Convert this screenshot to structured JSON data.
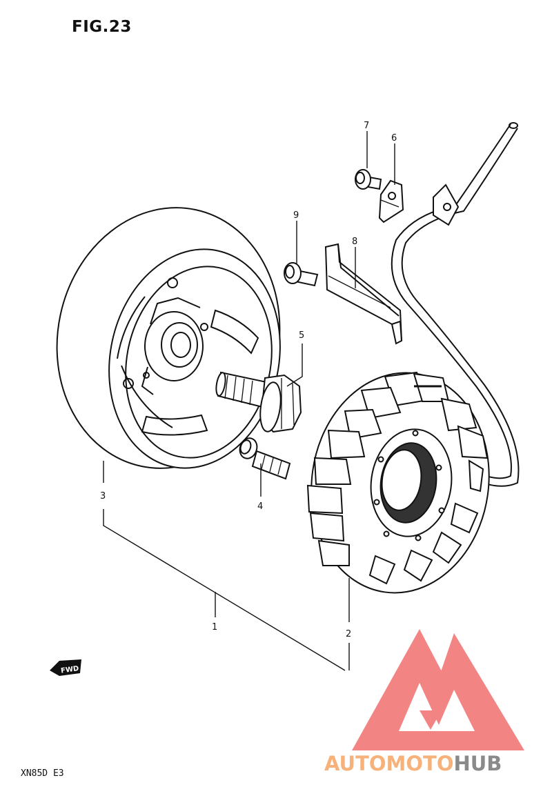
{
  "figure": {
    "title": "FIG.23",
    "model_code": "XN85D E3"
  },
  "callouts": [
    {
      "id": "1",
      "label": "1"
    },
    {
      "id": "2",
      "label": "2"
    },
    {
      "id": "3",
      "label": "3"
    },
    {
      "id": "4",
      "label": "4"
    },
    {
      "id": "5",
      "label": "5"
    },
    {
      "id": "6",
      "label": "6"
    },
    {
      "id": "7",
      "label": "7"
    },
    {
      "id": "8",
      "label": "8"
    },
    {
      "id": "9",
      "label": "9"
    }
  ],
  "fwd_badge": "FWD",
  "watermark": {
    "text_part1": "AUTOMOTO",
    "text_part2": "HUB",
    "color_part1": "#f6b27a",
    "color_part2": "#8a8a8a",
    "logo_color": "#f26f6f"
  },
  "colors": {
    "line": "#111111",
    "background": "#ffffff"
  }
}
